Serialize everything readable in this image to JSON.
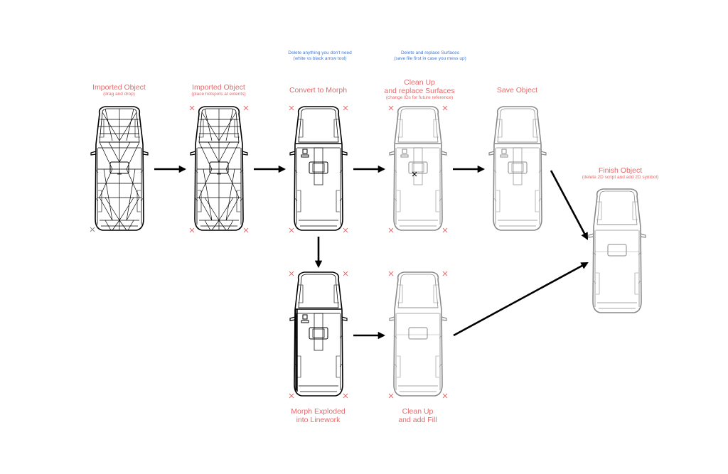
{
  "steps": [
    {
      "id": "imported",
      "title": "Imported Object",
      "subtitle": "(drag and drop)"
    },
    {
      "id": "imported-hotspots",
      "title": "Imported Object",
      "subtitle": "(place hotspots at extents)"
    },
    {
      "id": "convert",
      "title": "Convert to Morph",
      "subtitle": ""
    },
    {
      "id": "cleanup-surfaces",
      "title_lines": [
        "Clean Up",
        "and replace Surfaces"
      ],
      "subtitle": "(change IDs for future reference)"
    },
    {
      "id": "save",
      "title": "Save Object",
      "subtitle": ""
    },
    {
      "id": "finish",
      "title": "Finish Object",
      "subtitle": "(delete 2D script and add 2D symbol)"
    },
    {
      "id": "exploded",
      "title_lines": [
        "Morph Exploded",
        "into Linework"
      ],
      "subtitle": ""
    },
    {
      "id": "cleanup-fill",
      "title_lines": [
        "Clean Up",
        "and add Fill"
      ],
      "subtitle": ""
    }
  ],
  "notes": [
    {
      "lines": [
        "Delete anything you don't need",
        "(white vs black arrow tool)"
      ]
    },
    {
      "lines": [
        "Delete and replace Surfaces",
        "(save file first in case you mess up)"
      ]
    }
  ],
  "colors": {
    "label": "#e8686a",
    "note": "#3a7be0",
    "arrow": "#000000",
    "hotspot": "#e8686a"
  }
}
